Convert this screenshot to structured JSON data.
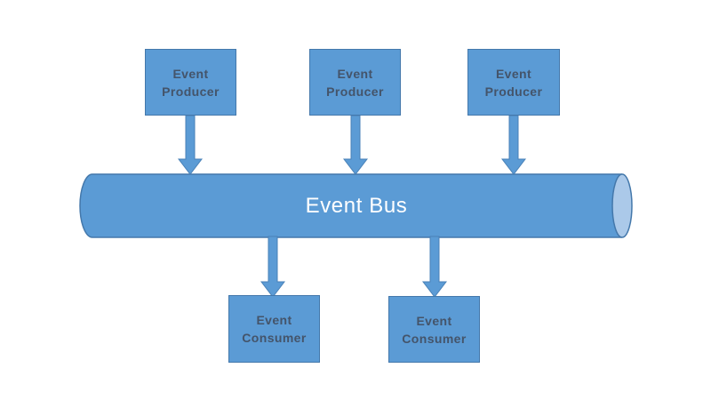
{
  "diagram": {
    "type": "architecture-diagram",
    "nodes": {
      "producers": [
        {
          "line1": "Event",
          "line2": "Producer"
        },
        {
          "line1": "Event",
          "line2": "Producer"
        },
        {
          "line1": "Event",
          "line2": "Producer"
        }
      ],
      "bus": {
        "label": "Event Bus"
      },
      "consumers": [
        {
          "line1": "Event",
          "line2": "Consumer"
        },
        {
          "line1": "Event",
          "line2": "Consumer"
        }
      ]
    },
    "edges": [
      {
        "from": "producer-1",
        "to": "event-bus",
        "direction": "down"
      },
      {
        "from": "producer-2",
        "to": "event-bus",
        "direction": "down"
      },
      {
        "from": "producer-3",
        "to": "event-bus",
        "direction": "down"
      },
      {
        "from": "event-bus",
        "to": "consumer-1",
        "direction": "down"
      },
      {
        "from": "event-bus",
        "to": "consumer-2",
        "direction": "down"
      }
    ],
    "colors": {
      "background": "#ffffff",
      "node_fill": "#5b9bd5",
      "node_border": "#4478ab",
      "node_text": "#44546a",
      "bus_text": "#ffffff",
      "cylinder_cap_fill": "#abc9e9",
      "arrow_fill": "#5b9bd5"
    }
  }
}
